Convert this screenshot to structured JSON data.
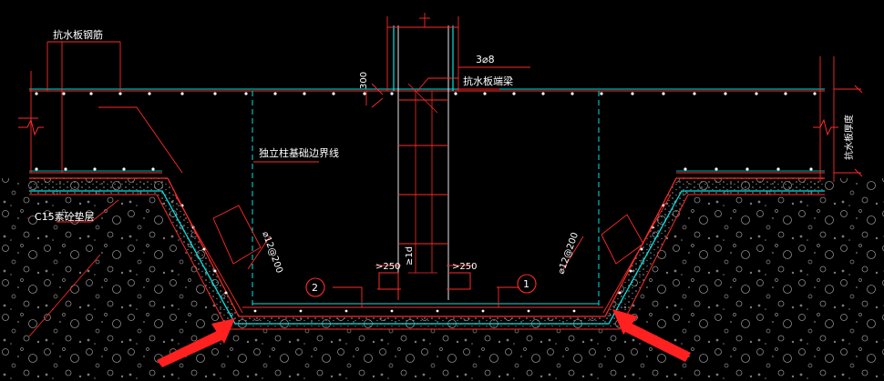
{
  "drawing": {
    "background": "#000000",
    "colors": {
      "outline": "#ff2a2a",
      "concrete_line": "#00e5e5",
      "dimension": "#ff2a2a",
      "text": "#ffffff",
      "rebar": "#ffffff",
      "arrow": "#ff2020",
      "soil_dot": "#8a8a8a"
    },
    "labels": {
      "top_rebar_note": "抗水板钢筋",
      "bar_spec": "3⌀8",
      "dim_300": "300",
      "beam_note": "抗水板端梁",
      "boundary_note": "独立柱基础边界线",
      "cushion_note": "C15素砼垫层",
      "slope_bar_left": "⌀12@200",
      "slope_bar_right": "⌀12@200",
      "dim_250_left": ">250",
      "dim_250_right": ">250",
      "dim_center": "≥1d",
      "side_note": "抗水板厚度"
    },
    "markers": [
      {
        "id": "marker-1",
        "text": "1"
      },
      {
        "id": "marker-2",
        "text": "2"
      }
    ],
    "arrows": [
      "arrow-left",
      "arrow-right"
    ]
  }
}
